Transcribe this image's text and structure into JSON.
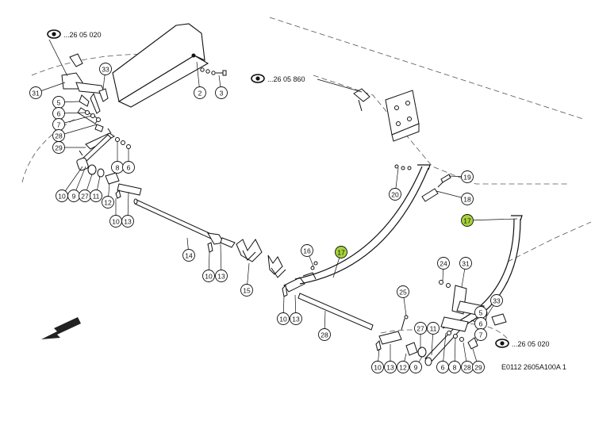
{
  "references": {
    "top_left": "...26 05 020",
    "top_center": "...26 05 860",
    "bottom_right": "...26 05 020"
  },
  "drawing_code": "E0112 2605A100A 1",
  "accent_color": "#a6d33a",
  "callouts": [
    {
      "id": "c31a",
      "label": "31"
    },
    {
      "id": "c33a",
      "label": "33"
    },
    {
      "id": "c5a",
      "label": "5"
    },
    {
      "id": "c6a",
      "label": "6"
    },
    {
      "id": "c7a",
      "label": "7"
    },
    {
      "id": "c28a",
      "label": "28"
    },
    {
      "id": "c29a",
      "label": "29"
    },
    {
      "id": "c8a",
      "label": "8"
    },
    {
      "id": "c6b",
      "label": "6"
    },
    {
      "id": "c2",
      "label": "2"
    },
    {
      "id": "c3",
      "label": "3"
    },
    {
      "id": "c10a",
      "label": "10"
    },
    {
      "id": "c9a",
      "label": "9"
    },
    {
      "id": "c27a",
      "label": "27"
    },
    {
      "id": "c11a",
      "label": "11"
    },
    {
      "id": "c12a",
      "label": "12"
    },
    {
      "id": "c10b",
      "label": "10"
    },
    {
      "id": "c13a",
      "label": "13"
    },
    {
      "id": "c14",
      "label": "14"
    },
    {
      "id": "c10c",
      "label": "10"
    },
    {
      "id": "c13b",
      "label": "13"
    },
    {
      "id": "c15",
      "label": "15"
    },
    {
      "id": "c10d",
      "label": "10"
    },
    {
      "id": "c13c",
      "label": "13"
    },
    {
      "id": "c16",
      "label": "16"
    },
    {
      "id": "c17a",
      "label": "17",
      "highlight": true
    },
    {
      "id": "c17b",
      "label": "17",
      "highlight": true
    },
    {
      "id": "c20",
      "label": "20"
    },
    {
      "id": "c19",
      "label": "19"
    },
    {
      "id": "c18",
      "label": "18"
    },
    {
      "id": "c24",
      "label": "24"
    },
    {
      "id": "c31b",
      "label": "31"
    },
    {
      "id": "c33b",
      "label": "33"
    },
    {
      "id": "c5b",
      "label": "5"
    },
    {
      "id": "c6c",
      "label": "6"
    },
    {
      "id": "c7b",
      "label": "7"
    },
    {
      "id": "c25",
      "label": "25"
    },
    {
      "id": "c28b",
      "label": "28"
    },
    {
      "id": "c27b",
      "label": "27"
    },
    {
      "id": "c11b",
      "label": "11"
    },
    {
      "id": "c10e",
      "label": "10"
    },
    {
      "id": "c13d",
      "label": "13"
    },
    {
      "id": "c12b",
      "label": "12"
    },
    {
      "id": "c9b",
      "label": "9"
    },
    {
      "id": "c6d",
      "label": "6"
    },
    {
      "id": "c8b",
      "label": "8"
    },
    {
      "id": "c28c",
      "label": "28"
    },
    {
      "id": "c29b",
      "label": "29"
    }
  ]
}
